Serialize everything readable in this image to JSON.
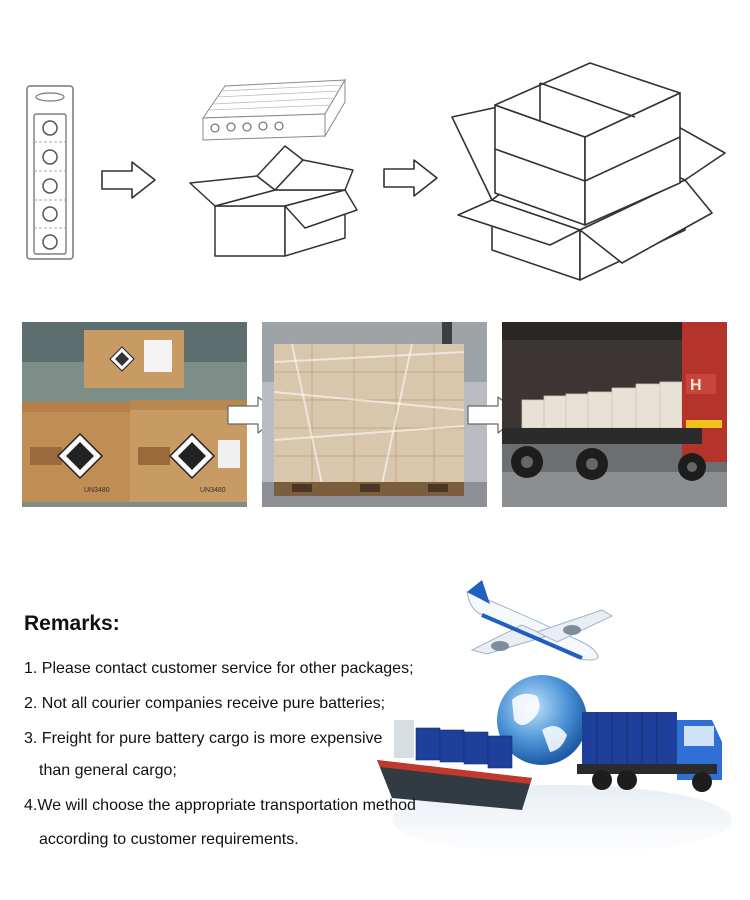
{
  "remarks": {
    "title": "Remarks:",
    "line1": "1. Please contact customer service for other packages;",
    "line2": "2. Not all courier companies receive pure batteries;",
    "line3a": "3. Freight for pure battery cargo is more expensive",
    "line3b": "than general cargo;",
    "line4a": "4.We will choose the appropriate transportation method",
    "line4b": "according to customer requirements."
  },
  "photos": {
    "labels": {
      "un_mark_1": "UN3480",
      "un_mark_2": "UN3480",
      "truck_letters": "H"
    }
  },
  "icons": {
    "step_arrow": "outline-right-arrow-icon",
    "photo_arrow": "white-right-arrow-icon"
  },
  "colors": {
    "cardboard": "#c89a64",
    "pallet_wrap": "#d9c7ad",
    "truck_red": "#b4342c",
    "plane_blue": "#1f5fbf",
    "container_blue": "#1e3f9a",
    "globe_blue": "#2a78c8"
  }
}
